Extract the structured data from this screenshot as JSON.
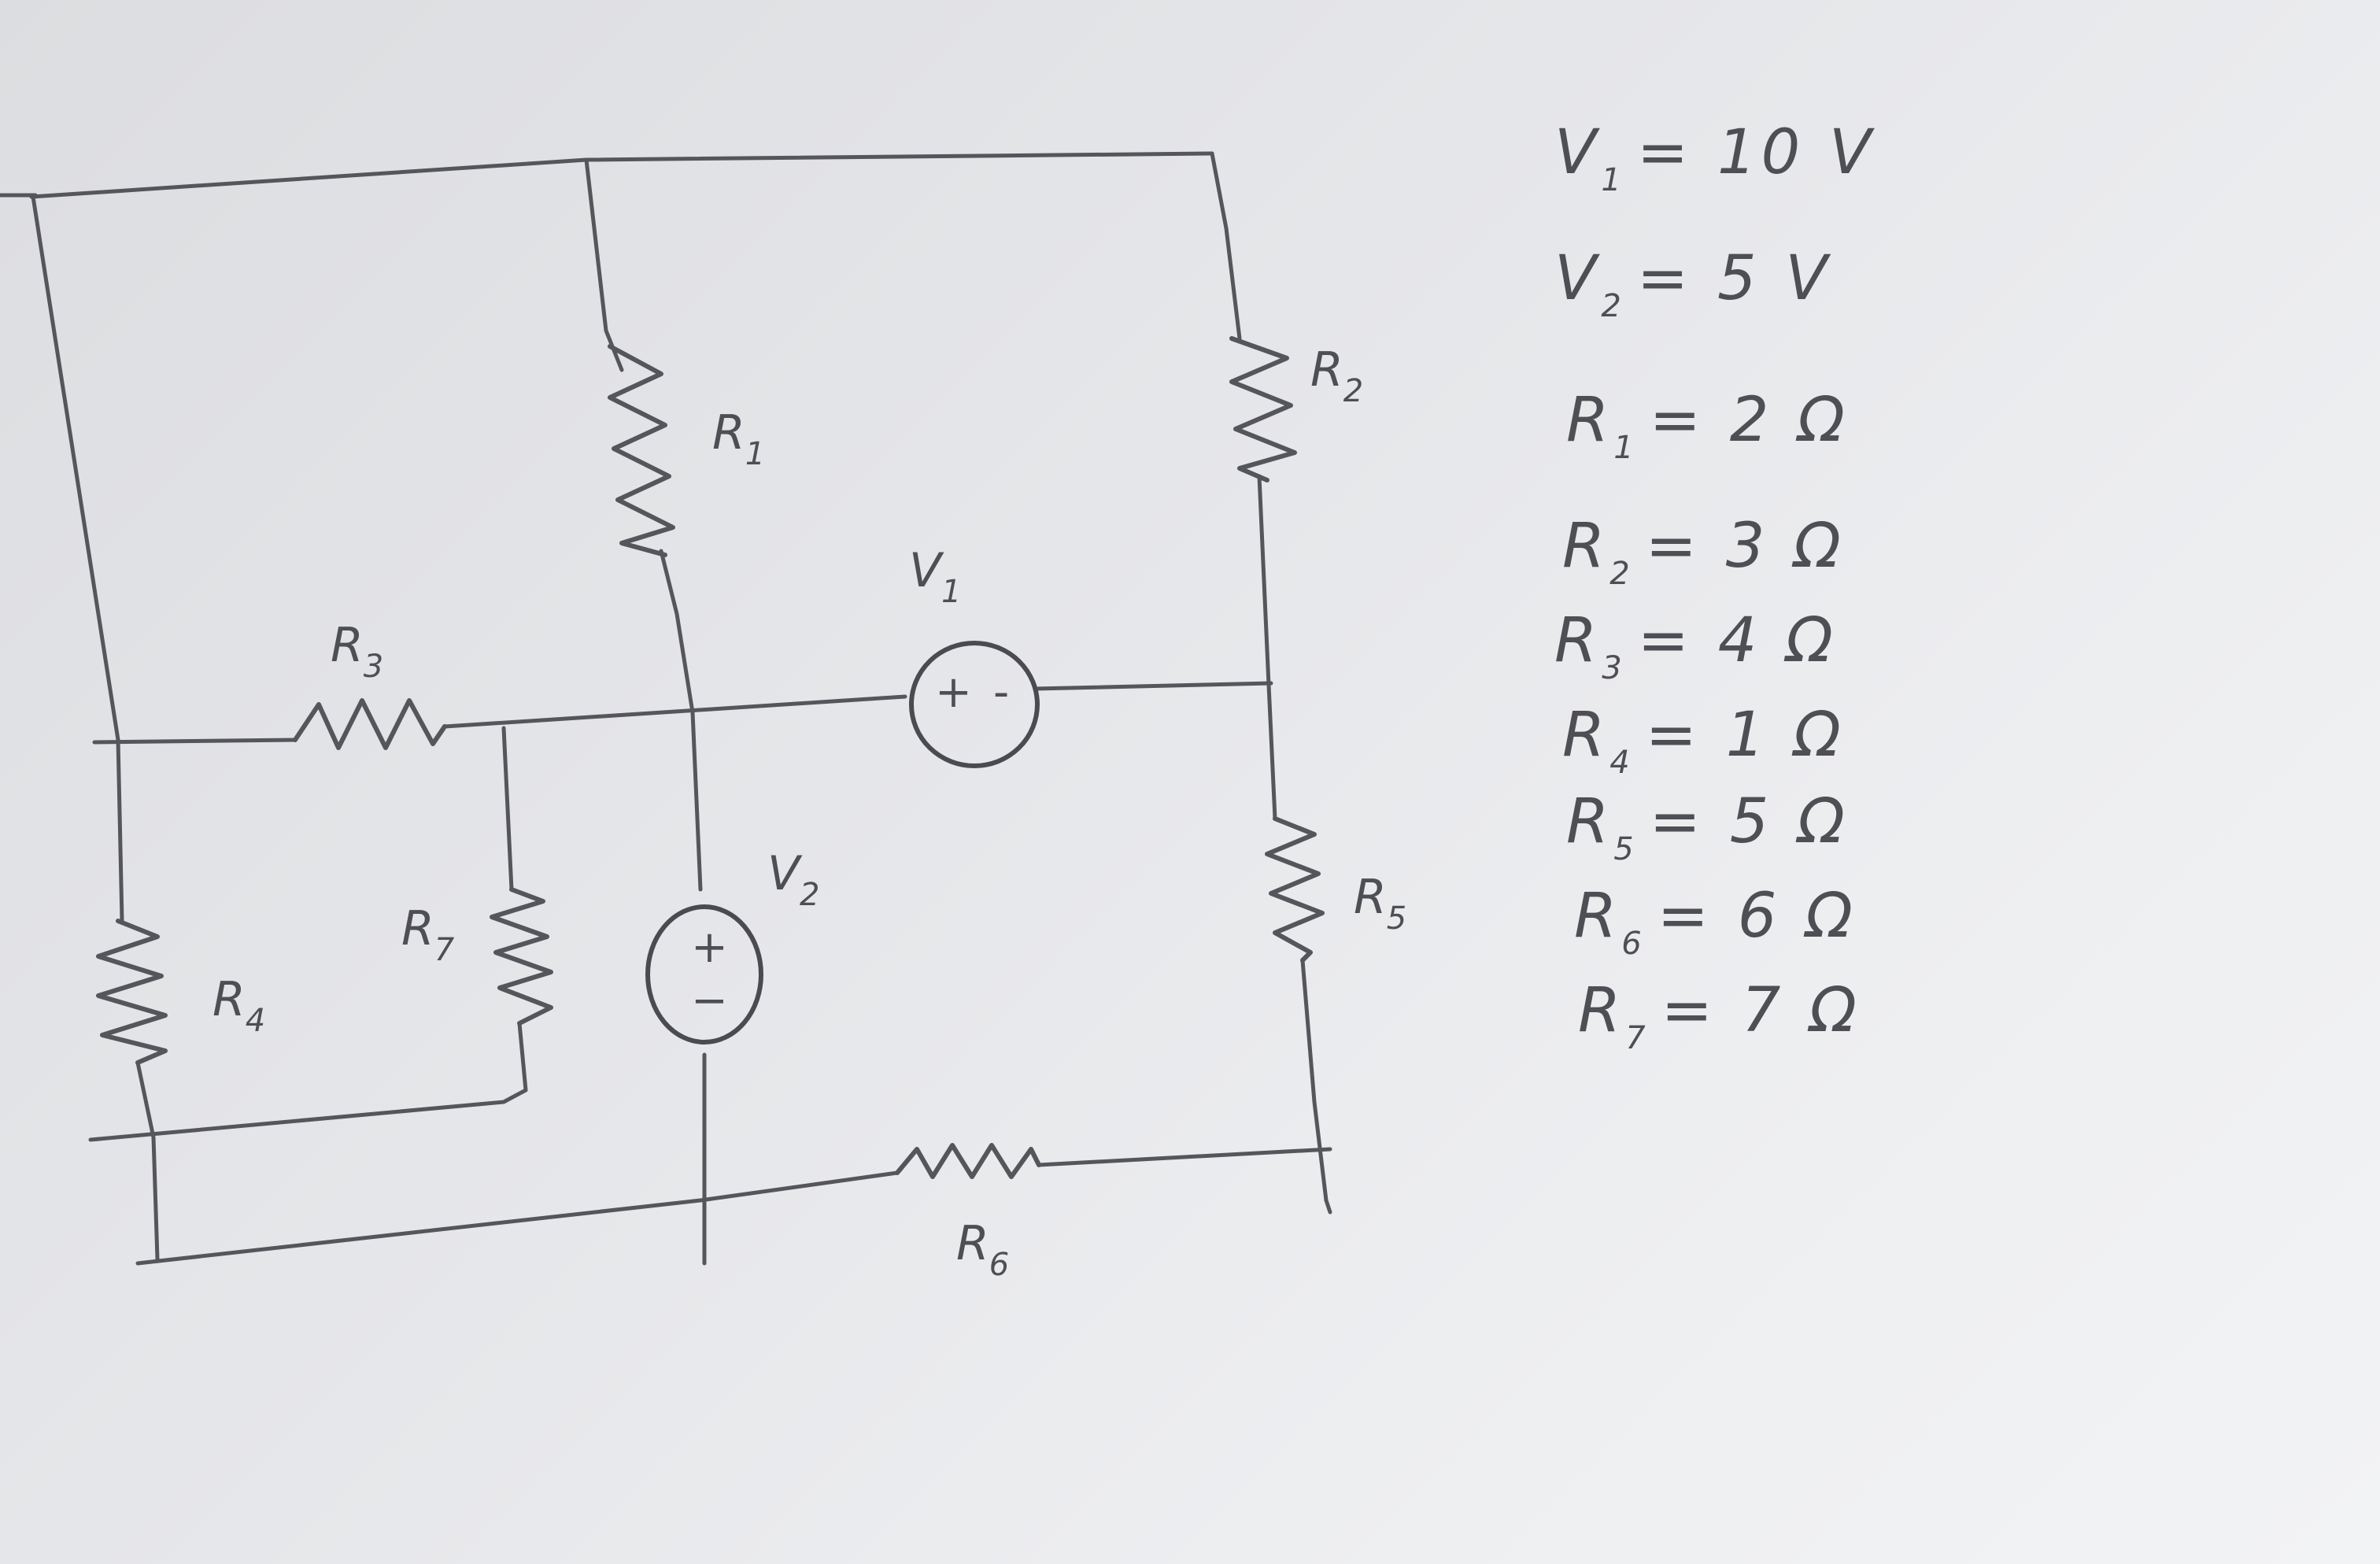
{
  "components": {
    "R1": {
      "letter": "R",
      "sub": "1"
    },
    "R2": {
      "letter": "R",
      "sub": "2"
    },
    "R3": {
      "letter": "R",
      "sub": "3"
    },
    "R4": {
      "letter": "R",
      "sub": "4"
    },
    "R5": {
      "letter": "R",
      "sub": "5"
    },
    "R6": {
      "letter": "R",
      "sub": "6"
    },
    "R7": {
      "letter": "R",
      "sub": "7"
    },
    "V1": {
      "letter": "V",
      "sub": "1",
      "plus": "+",
      "minus": "-"
    },
    "V2": {
      "letter": "V",
      "sub": "2",
      "plus": "+",
      "minus": "−"
    }
  },
  "values": [
    {
      "name": "V",
      "sub": "1",
      "rest": "= 10 V"
    },
    {
      "name": "V",
      "sub": "2",
      "rest": "= 5 V"
    },
    {
      "name": "R",
      "sub": "1",
      "rest": "= 2 Ω"
    },
    {
      "name": "R",
      "sub": "2",
      "rest": "= 3 Ω"
    },
    {
      "name": "R",
      "sub": "3",
      "rest": "= 4 Ω"
    },
    {
      "name": "R",
      "sub": "4",
      "rest": "= 1 Ω"
    },
    {
      "name": "R",
      "sub": "5",
      "rest": "= 5 Ω"
    },
    {
      "name": "R",
      "sub": "6",
      "rest": "= 6 Ω"
    },
    {
      "name": "R",
      "sub": "7",
      "rest": "= 7 Ω"
    }
  ],
  "colors": {
    "paper": "#e8e9eb",
    "pencil": "#55565b"
  }
}
